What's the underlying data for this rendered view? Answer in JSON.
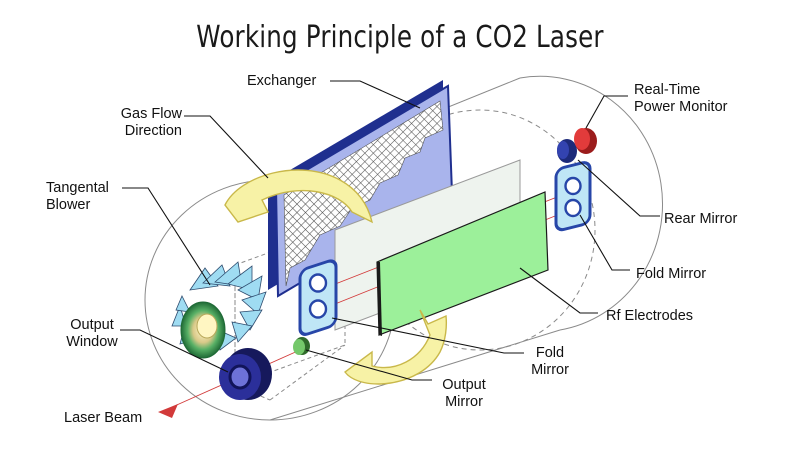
{
  "title": "Working Principle of a CO2 Laser",
  "labels": {
    "exchanger": "Exchanger",
    "gas_flow": "Gas Flow\nDirection",
    "tangental_blower": "Tangental\nBlower",
    "output_window": "Output\nWindow",
    "laser_beam": "Laser Beam",
    "real_time_power_monitor": "Real-Time\nPower Monitor",
    "rear_mirror": "Rear Mirror",
    "fold_mirror_right": "Fold Mirror",
    "rf_electrodes": "Rf Electrodes",
    "fold_mirror_center": "Fold\nMirror",
    "output_mirror": "Output\nMirror"
  },
  "colors": {
    "exchanger_frame": "#1f2f8f",
    "exchanger_face": "#a9b4ec",
    "electrode": "#9cf09a",
    "electrode_edge": "#1a1a1a",
    "mirror_mount": "#bfe6f6",
    "mirror_mount_edge": "#2746a8",
    "blower": "#9fdcf2",
    "window": "#2b2f9a",
    "power_monitor": "#e23b3b",
    "output_mirror": "#74c86a",
    "beam": "#d23a3a",
    "arrow_fill": "#f7f2a6",
    "arrow_edge": "#c9b84a"
  }
}
